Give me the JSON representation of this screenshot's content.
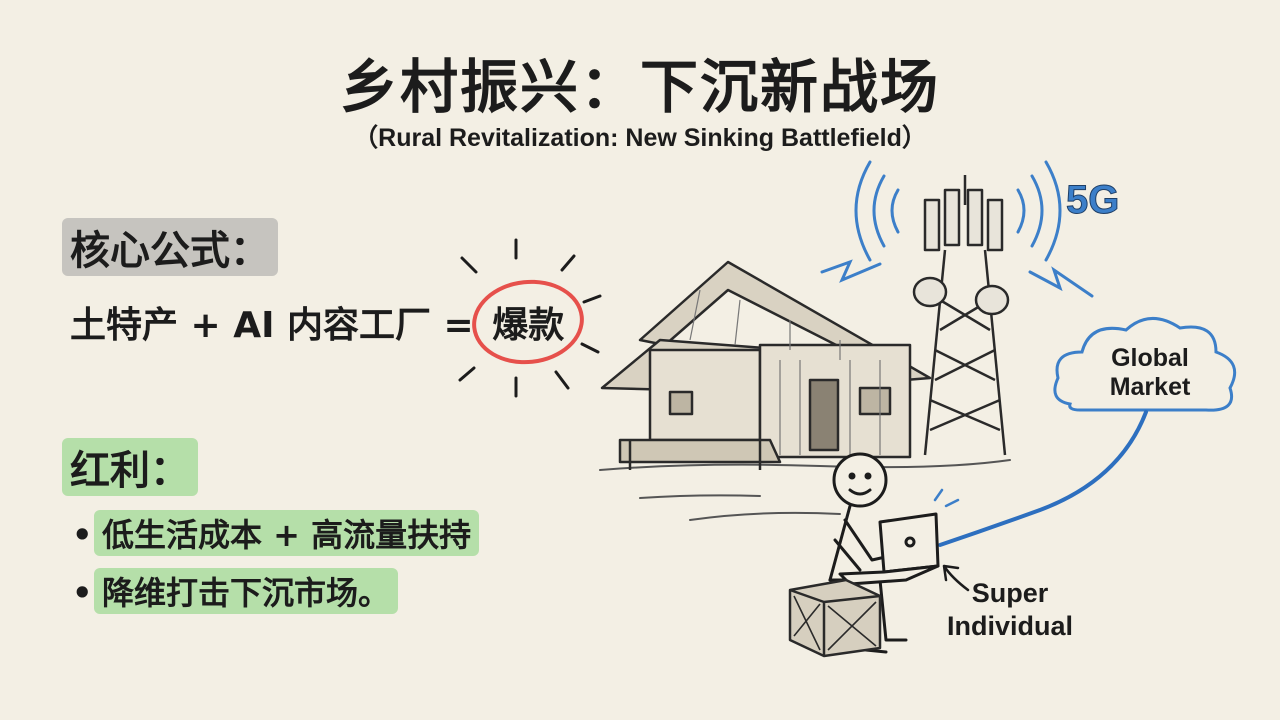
{
  "title": "乡村振兴：下沉新战场",
  "subtitle": "（Rural Revitalization: New Sinking Battlefield）",
  "formula_section": {
    "heading": "核心公式：",
    "formula_prefix": "土特产 + AI 内容工厂 = ",
    "formula_result": "爆款"
  },
  "benefits_section": {
    "heading": "红利：",
    "items": [
      {
        "bullet": "•",
        "text": "低生活成本 + 高流量扶持"
      },
      {
        "bullet": "•",
        "text": "降维打击下沉市场。"
      }
    ]
  },
  "illustration": {
    "tower_label": "5G",
    "cloud_label_line1": "Global",
    "cloud_label_line2": "Market",
    "person_label_line1": "Super",
    "person_label_line2": "Individual"
  },
  "colors": {
    "background": "#f3efe4",
    "accent_blue": "#3c7fc9",
    "circle_red": "#e6504b",
    "highlight_gray": "#a0a0a0",
    "highlight_green": "#82d278"
  }
}
